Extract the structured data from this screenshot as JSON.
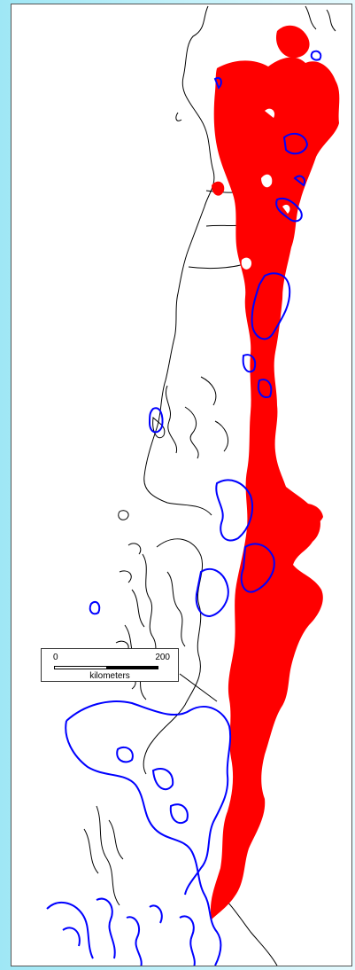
{
  "map": {
    "colors": {
      "red_layer": "#ff0000",
      "blue_layer": "#0000ff",
      "outline": "#000000",
      "background": "#ffffff"
    }
  },
  "scale_bar": {
    "min_label": "0",
    "max_label": "200",
    "unit_label": "kilometers"
  }
}
